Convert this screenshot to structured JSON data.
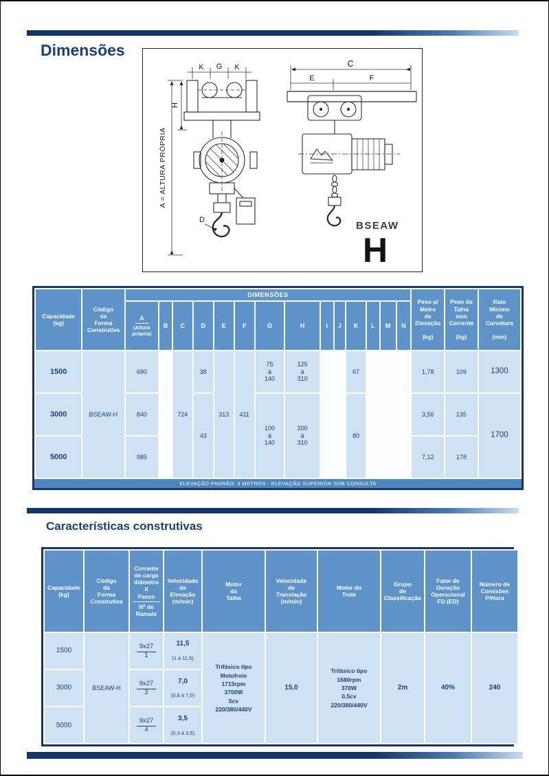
{
  "sections": {
    "dimensions_title": "Dimensões",
    "characteristics_title": "Características construtivas"
  },
  "diagram": {
    "dim_k_left": "K",
    "dim_g": "G",
    "dim_k_right": "K",
    "dim_h": "H",
    "dim_d": "D",
    "height_label": "A = ALTURA PRÓPRIA",
    "dim_c": "C",
    "dim_e": "E",
    "dim_f": "F",
    "model_series": "BSEAW",
    "model_letter": "H"
  },
  "dim_table": {
    "headers": {
      "capacity": "Capacidade\n(kg)",
      "code": "Código\nda\nForma\nConstrutiva",
      "dimensions_band": "DIMENSÕES",
      "col_a_top": "A",
      "col_a_sub": "(Altura\nprópria)",
      "letter_cols": [
        "B",
        "C",
        "D",
        "E",
        "F",
        "G",
        "H",
        "I",
        "J",
        "K",
        "L",
        "M",
        "N"
      ],
      "weight_per_meter": "Peso p/\nMetro\nde\nElevação\n\n(kg)",
      "hoist_weight": "Peso da\nTalha\nsem\nCorrente\n\n(kg)",
      "min_radius": "Raio\nMínimo\nde\nCurvatura\n\n(mm)"
    },
    "code": "BSEAW-H",
    "rows": [
      {
        "capacity": "1500",
        "a": "690",
        "c": "724",
        "d": "38",
        "e": "313",
        "f": "411",
        "g": "75\nà\n140",
        "h": "125\nà\n310",
        "k": "67",
        "weight_per_meter": "1,78",
        "hoist_weight": "109",
        "min_radius": "1300"
      },
      {
        "capacity": "3000",
        "a": "840",
        "d": "43",
        "g": "100\nà\n140",
        "h": "200\nà\n310",
        "k": "80",
        "weight_per_meter": "3,56",
        "hoist_weight": "135",
        "min_radius": "1700"
      },
      {
        "capacity": "5000",
        "a": "985",
        "weight_per_meter": "7,12",
        "hoist_weight": "178"
      }
    ],
    "footnote": "ELEVAÇÃO PADRÃO: 3 METROS - ELEVAÇÃO SUPERIOR SOB CONSULTA"
  },
  "char_table": {
    "headers": {
      "capacity": "Capacidade\n(kg)",
      "code": "Código\nda\nForma\nConstrutiva",
      "chain_top": "Corrente\nde carga\ndiâmetro\nX\nPasso",
      "chain_bottom": "Nº de\nRamais",
      "lift_speed": "Velocidade\nde\nElevação\n(m/min)",
      "hoist_motor": "Motor\nda\nTalha",
      "travel_speed": "Velocidade\nde\nTranslação\n(m/min)",
      "trolley_motor": "Motor do\nTrole",
      "class_group": "Grupo\nde\nClassificação",
      "duty_factor": "Fator de\nDuração\nOperacional\nFD (ED)",
      "connections": "Número de\nConexões\nP/Hora"
    },
    "code": "BSEAW-H",
    "rows": [
      {
        "capacity": "1500",
        "chain_top": "9x27",
        "chain_bottom": "1",
        "lift_speed": "11,5",
        "lift_speed_range": "(1 à 11,5)"
      },
      {
        "capacity": "3000",
        "chain_top": "9x27",
        "chain_bottom": "2",
        "lift_speed": "7,0",
        "lift_speed_range": "(0,6 à 7,0)"
      },
      {
        "capacity": "5000",
        "chain_top": "9x27",
        "chain_bottom": "4",
        "lift_speed": "3,5",
        "lift_speed_range": "(0,3 à 3,5)"
      }
    ],
    "hoist_motor": "Trifásico tipo\nMotofreio\n1715rpm\n3700W\n5cv\n220/380/440V",
    "travel_speed": "15,0",
    "trolley_motor": "Trifásico tipo\n1680rpm\n370W\n0,5cv\n220/380/440V",
    "class_group": "2m",
    "duty_factor": "40%",
    "connections": "240"
  }
}
